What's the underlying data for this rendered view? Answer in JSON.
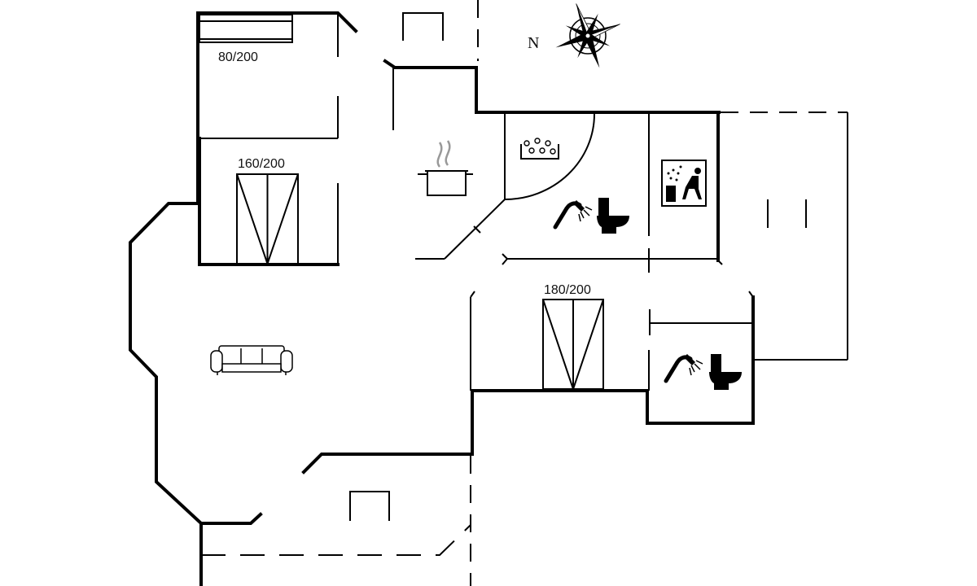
{
  "compass": {
    "north_label": "N"
  },
  "bed_labels": {
    "bed_small": "80/200",
    "bed_double_1": "160/200",
    "bed_double_2": "180/200"
  },
  "icons": [
    "compass-rose-icon",
    "sofa-icon",
    "cooking-pot-icon",
    "whirlpool-icon",
    "sauna-icon",
    "shower-icon",
    "toilet-icon"
  ]
}
